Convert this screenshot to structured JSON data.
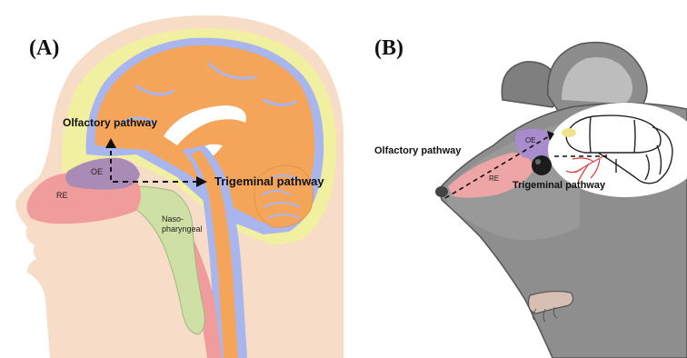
{
  "panel_a": {
    "letter": "(A)",
    "olfactory_label": "Olfactory pathway",
    "trigeminal_label": "Trigeminal pathway",
    "oe_label": "OE",
    "re_label": "RE",
    "naso_label_line1": "Naso-",
    "naso_label_line2": "pharyngeal"
  },
  "panel_b": {
    "letter": "(B)",
    "olfactory_label": "Olfactory pathway",
    "trigeminal_label": "Trigeminal pathway",
    "oe_label": "OE",
    "re_label": "RE"
  },
  "colors": {
    "skin": "#f7dcc8",
    "yellow": "#f0f0a0",
    "blue": "#a9b6ee",
    "brain_orange": "#f4a55a",
    "re_pink": "#f19c9c",
    "oe_purple": "#a98bb6",
    "naso_green": "#cfe0a6",
    "mouse_gray": "#8e8e8e"
  }
}
